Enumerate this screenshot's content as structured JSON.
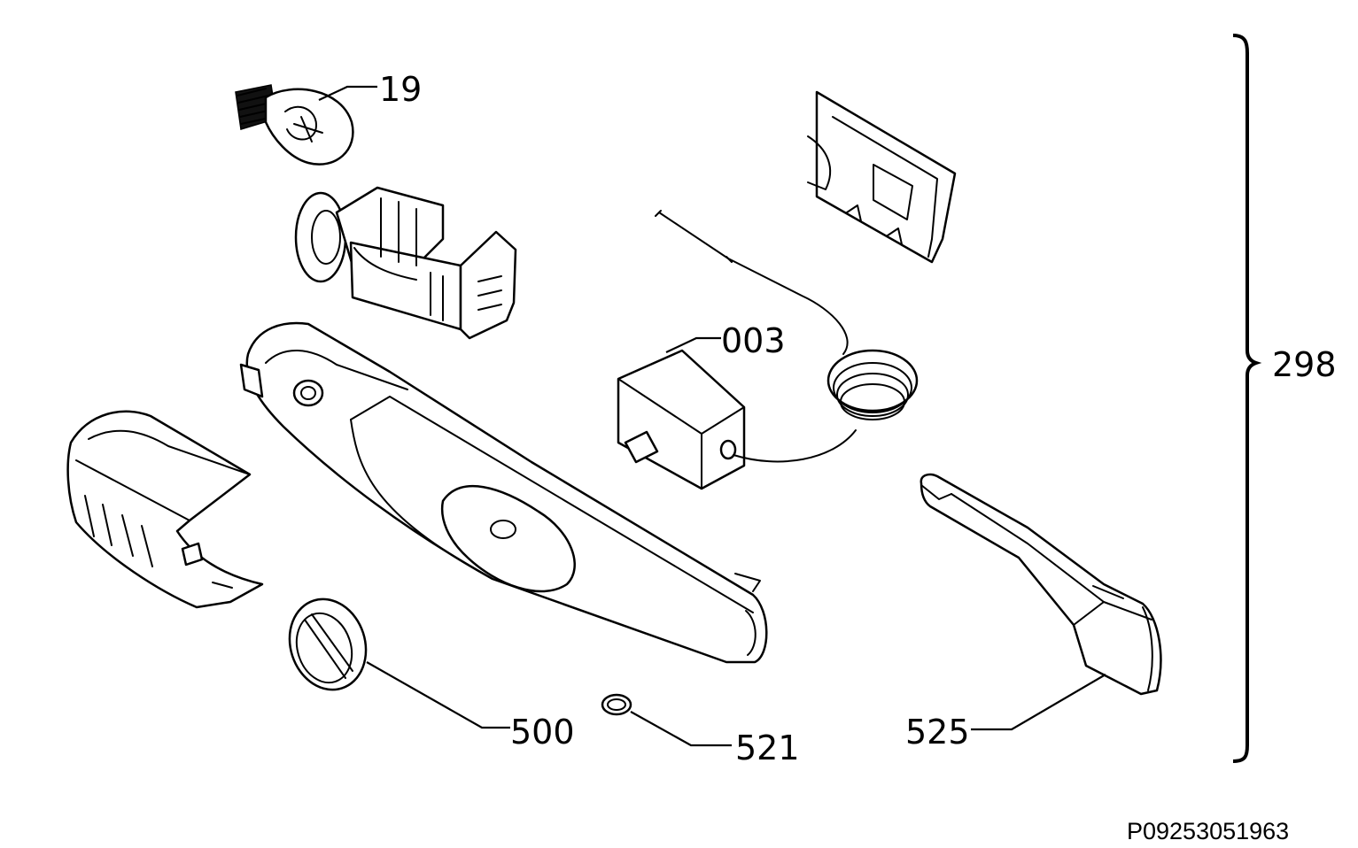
{
  "callouts": {
    "lamp": "19",
    "thermostat": "003",
    "kit": "298",
    "knob": "500",
    "ring": "521",
    "handle_cover": "525"
  },
  "drawing_code": "P09253051963",
  "colors": {
    "line": "#000000",
    "background": "#ffffff"
  }
}
